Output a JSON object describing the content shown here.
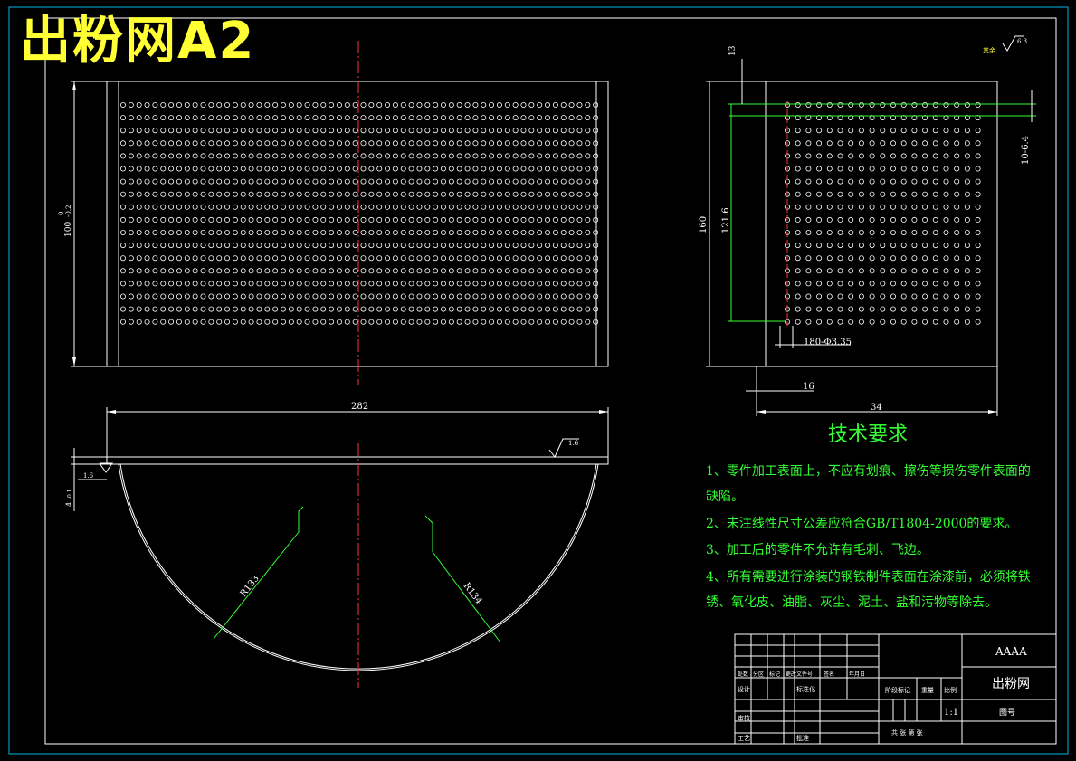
{
  "title": "出粉网A2",
  "technical_requirements": {
    "heading": "技术要求",
    "lines": [
      "1、零件加工表面上，不应有划痕、擦伤等损伤零件表面的",
      "缺陷。",
      "2、未注线性尺寸公差应符合GB/T1804-2000的要求。",
      "3、加工后的零件不允许有毛刺、飞边。",
      "4、所有需要进行涂装的钢铁制件表面在涂漆前，必须将铁",
      "锈、氧化皮、油脂、灰尘、泥土、盐和污物等除去。"
    ]
  },
  "dimensions": {
    "front_height": "100",
    "front_tol": "-0.2",
    "front_tol_upper": "0",
    "bottom_width": "282",
    "bottom_rough": "1.6",
    "bottom_rough_left": "1.6",
    "bottom_thickness": "4",
    "bottom_thickness_tol": "-0.1",
    "radius_inner": "R133",
    "radius_outer": "R134",
    "side_top_gap": "13",
    "side_height": "160",
    "side_hole_span": "121.6",
    "side_pitch": "10-6.4",
    "side_holes": "180-Φ3.35",
    "side_offset": "16",
    "side_width": "34",
    "surface_rough_label": "其余",
    "surface_rough": "6.3"
  },
  "title_block": {
    "company": "AAAA",
    "part_name": "出粉网",
    "drawing_no_label": "图号",
    "scale": "1:1",
    "weight_label": "重量",
    "scale_label": "比例",
    "stage_mark_label": "阶段标记",
    "sheets_label": "共 张 第 张",
    "row_labels": [
      "处数",
      "分区",
      "标记",
      "更改文件号",
      "签名",
      "年月日"
    ],
    "design_label": "设计",
    "standard_label": "标准化",
    "review_label": "审核",
    "process_label": "工艺",
    "approve_label": "批准"
  },
  "colors": {
    "background": "#000000",
    "line": "#ffffff",
    "title": "#ffff33",
    "text": "#33ff33",
    "center_line": "#ff3333",
    "border": "#00ccff"
  }
}
